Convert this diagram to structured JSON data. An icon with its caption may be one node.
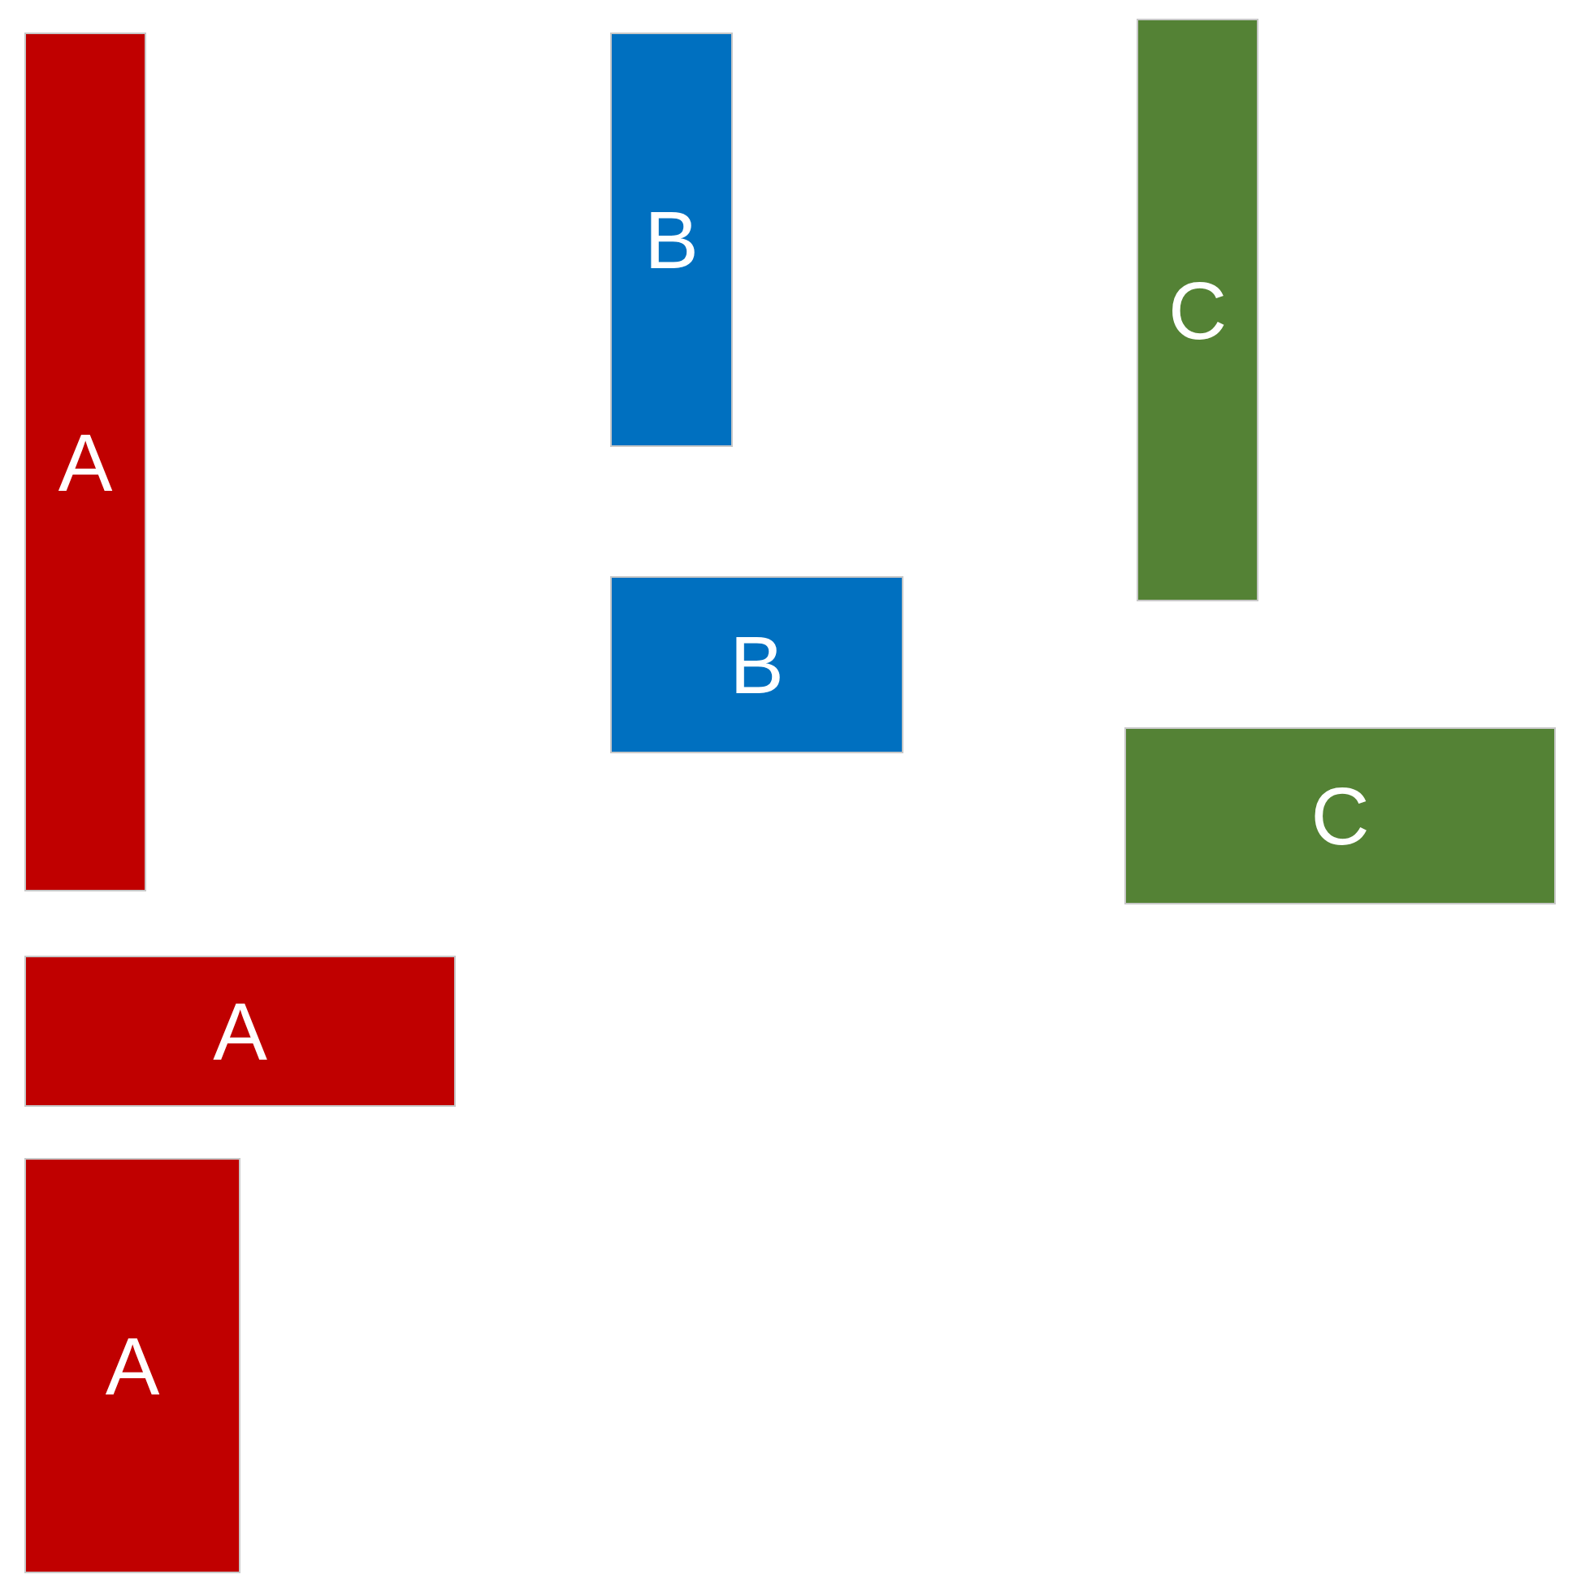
{
  "diagram": {
    "nodes": [
      {
        "text": [
          "A"
        ]
      },
      {
        "text": [
          "B"
        ]
      },
      {
        "text": [
          "C"
        ]
      },
      {
        "text": [
          "B"
        ]
      },
      {
        "text": [
          "C"
        ]
      },
      {
        "text": [
          "A"
        ]
      },
      {
        "text": [
          "A"
        ]
      }
    ]
  }
}
